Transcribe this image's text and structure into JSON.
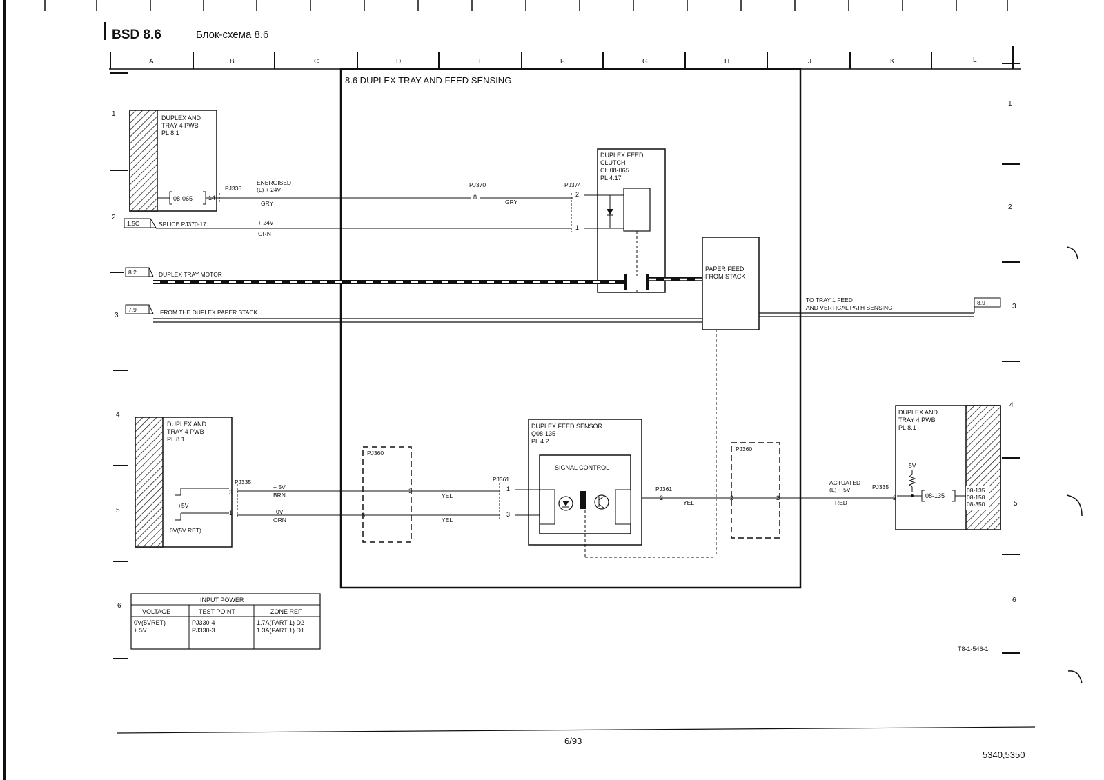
{
  "header": {
    "code": "BSD 8.6",
    "subtitle": "Блок-схема 8.6"
  },
  "zones": {
    "columns": [
      "A",
      "B",
      "C",
      "D",
      "E",
      "F",
      "G",
      "H",
      "J",
      "K",
      "L"
    ],
    "rows": [
      "1",
      "2",
      "3",
      "4",
      "5",
      "6"
    ]
  },
  "main_box": {
    "title": "8.6 DUPLEX TRAY AND FEED SENSING"
  },
  "pwb_top": {
    "lines": [
      "DUPLEX AND",
      "TRAY 4 PWB",
      "PL 8.1"
    ],
    "code": "08-065"
  },
  "pwb_bottom": {
    "lines": [
      "DUPLEX AND",
      "TRAY 4 PWB",
      "PL 8.1"
    ],
    "plus5": "+5V",
    "ret": "0V(5V RET)"
  },
  "pwb_right": {
    "lines": [
      "DUPLEX AND",
      "TRAY 4 PWB",
      "PL 8.1"
    ],
    "plus5": "+5V",
    "code": "08-135",
    "codes": [
      "08-135",
      "08-158",
      "08-350"
    ]
  },
  "clutch": {
    "lines": [
      "DUPLEX FEED",
      "CLUTCH",
      "CL 08-065",
      "PL 4.17"
    ]
  },
  "sensor": {
    "lines": [
      "DUPLEX FEED SENSOR",
      "Q08-135",
      "PL 4.2"
    ],
    "signal": "SIGNAL CONTROL"
  },
  "paper_feed": {
    "lines": [
      "PAPER FEED",
      "FROM STACK"
    ]
  },
  "refs": {
    "r1": "1.5C",
    "r2": "8.2",
    "r3": "7.9",
    "r4": "8.9"
  },
  "labels": {
    "splice": "SPLICE PJ370-17",
    "tray_motor": "DUPLEX TRAY MOTOR",
    "from_stack": "FROM THE DUPLEX PAPER STACK",
    "to_tray1_a": "TO TRAY 1 FEED",
    "to_tray1_b": "AND VERTICAL PATH SENSING"
  },
  "connectors": {
    "pj336": "PJ336",
    "pj370": "PJ370",
    "pj374": "PJ374",
    "pj335": "PJ335",
    "pj360": "PJ360",
    "pj361": "PJ361"
  },
  "pins": {
    "p14": "14",
    "p8": "8",
    "p2": "2",
    "p1": "1",
    "p3": "3"
  },
  "wires": {
    "energised_a": "ENERGISED",
    "energised_b": "(L) + 24V",
    "gry": "GRY",
    "v24": "+ 24V",
    "orn": "ORN",
    "v5": "+ 5V",
    "brn": "BRN",
    "v0": "0V",
    "yel": "YEL",
    "actuated_a": "ACTUATED",
    "actuated_b": "(L) + 5V",
    "red": "RED"
  },
  "table": {
    "title": "INPUT POWER",
    "headers": [
      "VOLTAGE",
      "TEST POINT",
      "ZONE REF"
    ],
    "rows": [
      [
        "0V(5VRET)",
        "PJ330-4",
        "1.7A(PART 1) D2"
      ],
      [
        "+ 5V",
        "PJ330-3",
        "1.3A(PART 1) D1"
      ]
    ]
  },
  "figure_id": "T8-1-546-1",
  "footer": {
    "page": "6/93",
    "model": "5340,5350"
  }
}
